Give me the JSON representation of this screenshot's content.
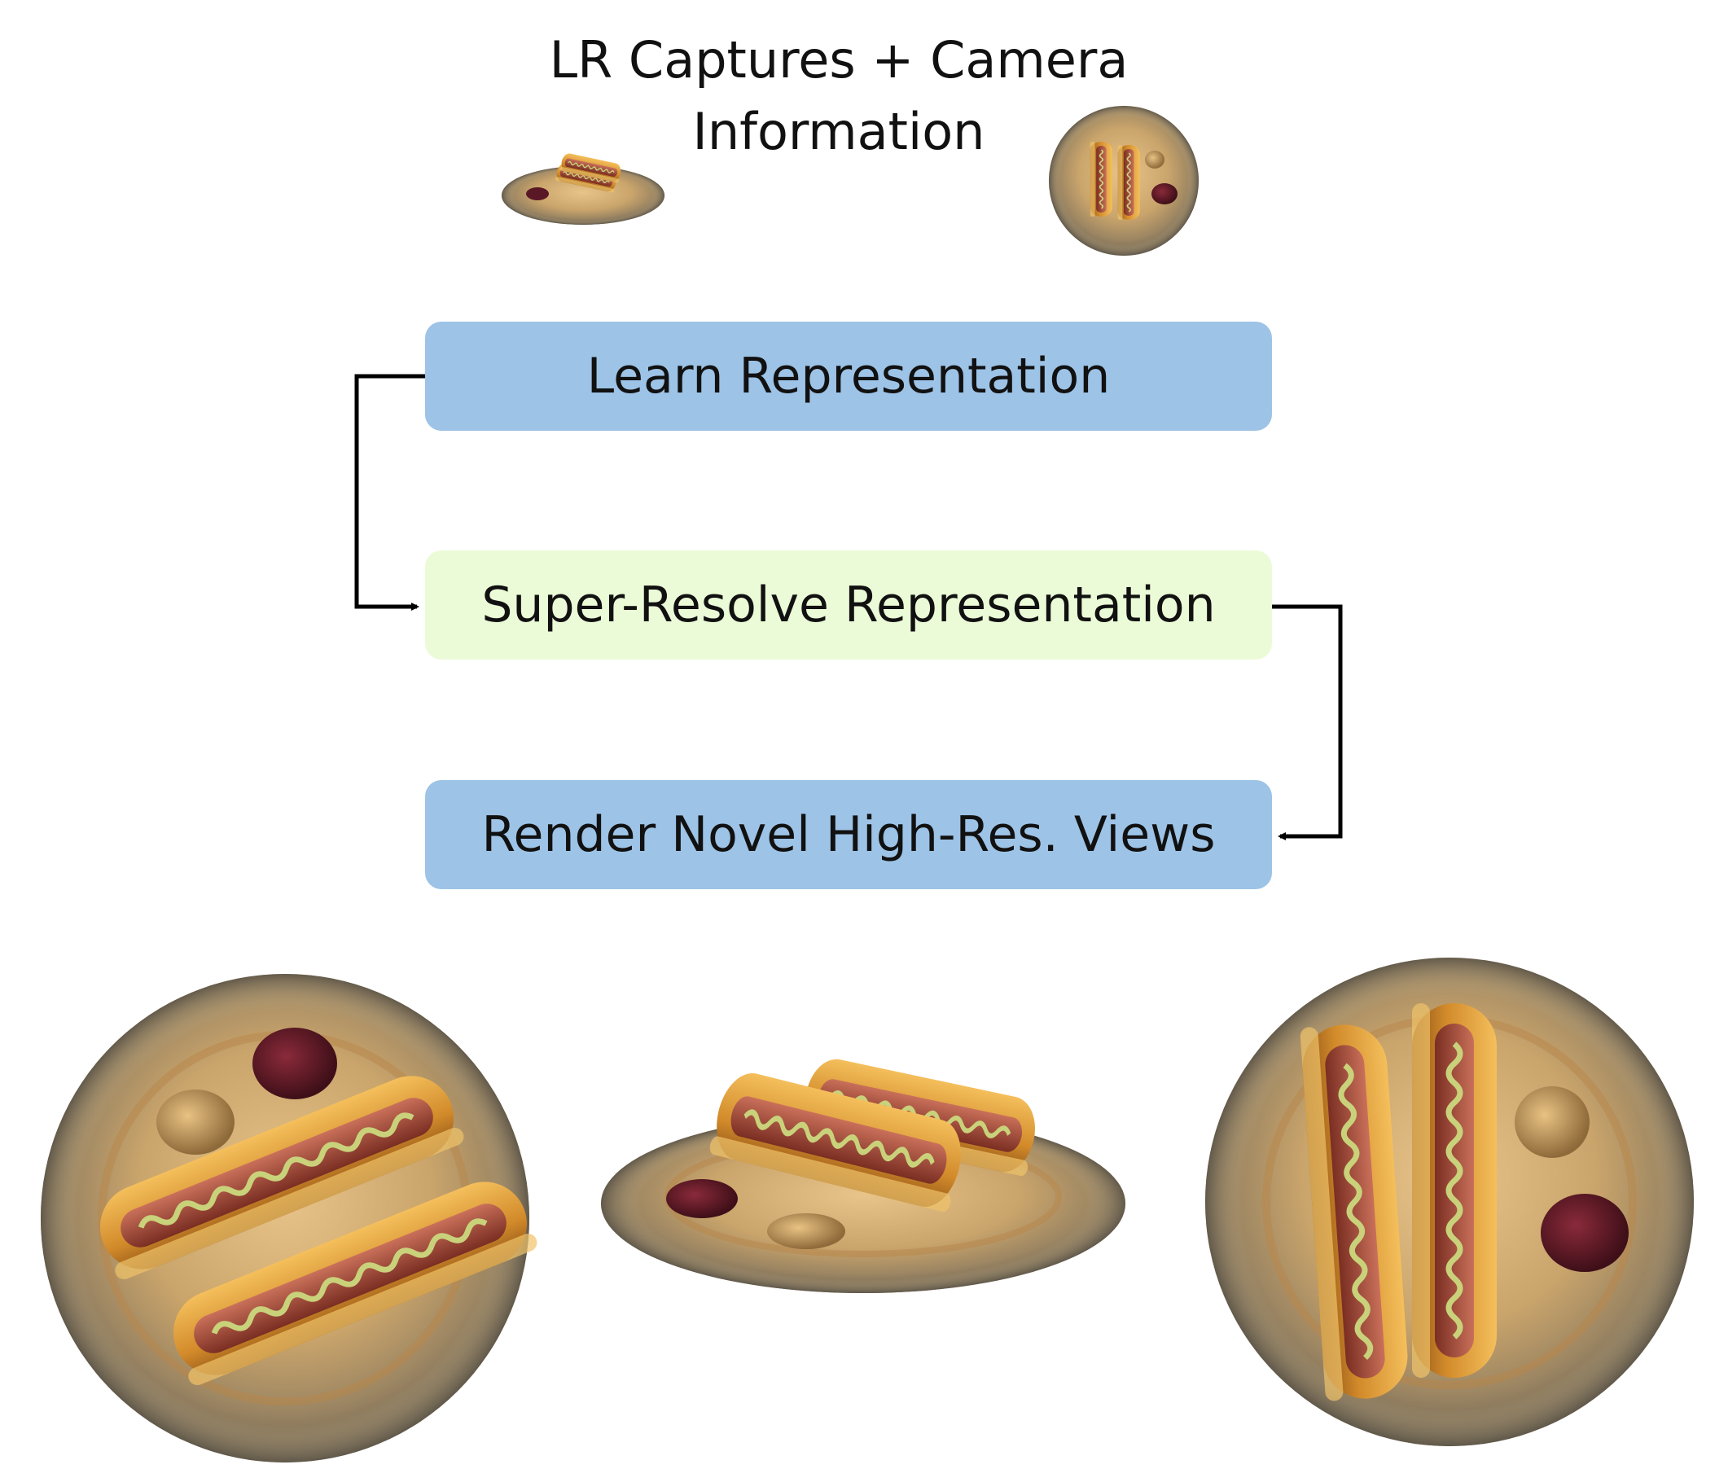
{
  "title": "LR Captures + Camera\nInformation",
  "steps": {
    "learn": "Learn Representation",
    "superres": "Super-Resolve Representation",
    "render": "Render Novel High-Res. Views"
  },
  "colors": {
    "blue_box": "#9dc3e6",
    "green_box": "#ebfbd7",
    "arrow": "#000000"
  },
  "images": {
    "low_res_inputs": [
      "low-res side view of hot dog plate",
      "low-res top view of hot dog plate"
    ],
    "high_res_outputs": [
      "high-res top view (angled)",
      "high-res side view",
      "high-res top view"
    ]
  }
}
